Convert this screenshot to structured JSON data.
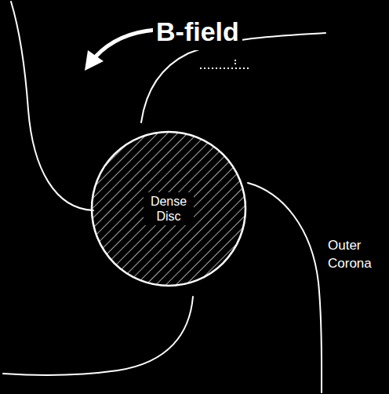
{
  "diagram": {
    "nodes": [
      {
        "text": [
          "Dense Disc"
        ]
      }
    ],
    "labels": [
      "B-field",
      "Outer Corona"
    ]
  }
}
